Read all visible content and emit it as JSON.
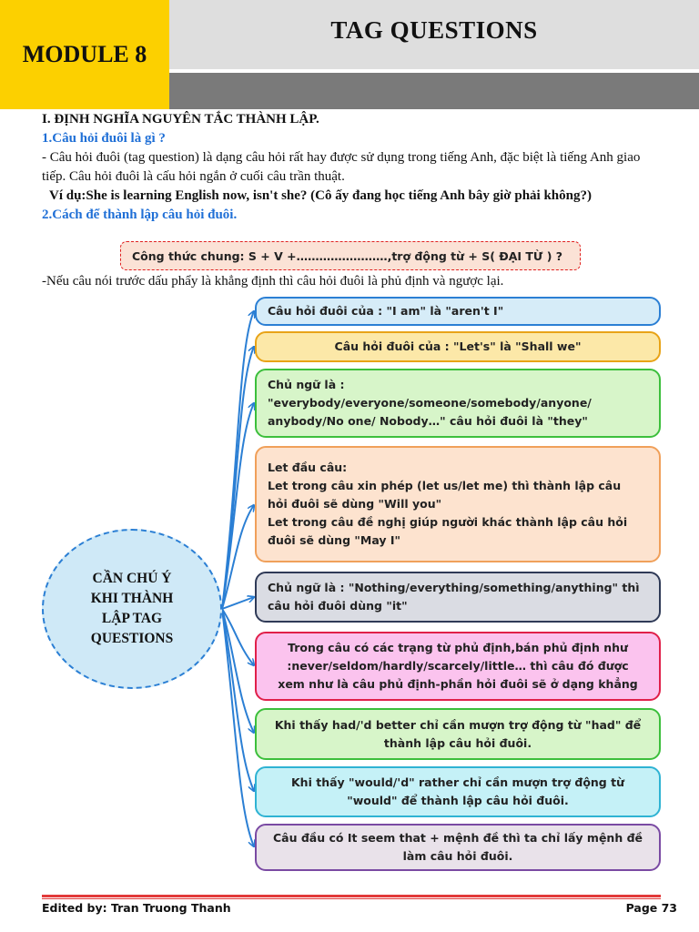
{
  "header": {
    "module": "MODULE 8",
    "title": "TAG QUESTIONS"
  },
  "section": {
    "heading": "I. ĐỊNH NGHĨA NGUYÊN TẮC THÀNH LẬP.",
    "q1_heading": "1.Câu hỏi đuôi là gì ?",
    "q1_text": "- Câu hỏi đuôi (tag question) là dạng câu hỏi rất hay được sử dụng trong tiếng Anh, đặc biệt là tiếng Anh giao tiếp. Câu hỏi đuôi là cấu hỏi ngắn ở cuối câu trần thuật.",
    "example": "Ví dụ:She is learning English now, isn't she? (Cô ấy đang học tiếng Anh bây giờ phải không?)",
    "q2_heading": "2.Cách để thành lập câu hỏi đuôi.",
    "formula": "Công thức chung:  S + V +……………………,trợ động từ + S( ĐẠI TỪ ) ?",
    "note": "-Nếu câu nói trước dấu phẩy là khẳng định thì câu hỏi đuôi là phủ định và ngược lại."
  },
  "mindmap": {
    "center": "CẦN CHÚ Ý KHI THÀNH LẬP TAG QUESTIONS",
    "boxes": [
      "Câu hỏi đuôi của : \"I am\" là \"aren't I\"",
      "Câu hỏi đuôi của : \"Let's\" là \"Shall we\"",
      "Chủ ngữ là :\n\"everybody/everyone/someone/somebody/anyone/\nanybody/No one/ Nobody…\" câu hỏi đuôi là \"they\"",
      "Let đầu câu:\nLet trong câu xin phép (let us/let me) thì thành lập câu\nhỏi đuôi sẽ dùng \"Will you\"\nLet trong câu đề nghị giúp người khác thành lập câu hỏi\nđuôi sẽ dùng \"May I\"",
      "Chủ ngữ là : \"Nothing/everything/something/anything\" thì\ncâu hỏi đuôi dùng \"it\"",
      "Trong câu có các trạng từ phủ định,bán phủ định như\n:never/seldom/hardly/scarcely/little… thì câu đó được\nxem như là câu phủ định-phần hỏi đuôi sẽ ở dạng khẳng",
      "Khi thấy had/'d better chỉ cần mượn trợ động từ \"had\" để\nthành lập câu hỏi đuôi.",
      "Khi thấy \"would/'d\" rather chỉ cần mượn trợ động từ\n\"would\" để thành lập câu hỏi đuôi.",
      "Câu đầu có It seem that + mệnh đề thì ta chỉ lấy mệnh đề\nlàm câu hỏi đuôi."
    ],
    "colors": {
      "blue_fill": "#d6ecf8",
      "blue_border": "#2b7fd4",
      "yellow_fill": "#fce8a8",
      "yellow_border": "#e8a317",
      "green_fill": "#d7f5c9",
      "green_border": "#3cbf3c",
      "peach_fill": "#fde3cf",
      "peach_border": "#f0a05a",
      "gray_fill": "#dadce3",
      "gray_border": "#2f3a57",
      "pink_fill": "#fbc3ee",
      "pink_border": "#e0204a",
      "cyan_fill": "#c5f1f7",
      "cyan_border": "#2fb3d3",
      "purple_fill": "#e9e2ea",
      "purple_border": "#7a4aa3"
    }
  },
  "footer": {
    "left": "Edited by: Tran Truong Thanh",
    "right": "Page 73"
  }
}
